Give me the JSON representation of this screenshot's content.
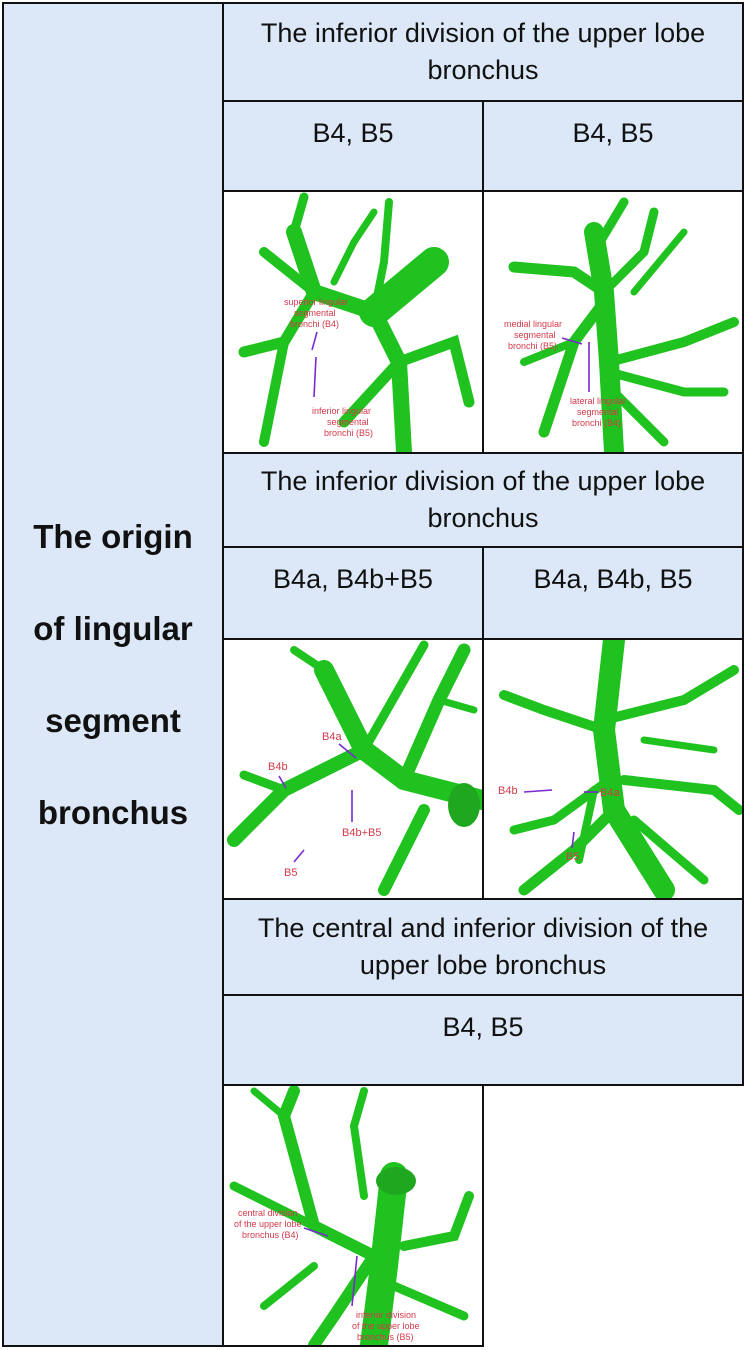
{
  "side_label": "The origin of lingular segment bronchus",
  "rows": [
    {
      "header": "The inferior division of the upper lobe bronchus",
      "left_label": "B4, B5",
      "right_label": "B4, B5",
      "left_annotations": [
        "superior lingular",
        "segmental",
        "bronchi (B4)",
        "inferior lingular",
        "segmental",
        "bronchi (B5)"
      ],
      "right_annotations": [
        "medial lingular",
        "segmental",
        "bronchi (B5)",
        "lateral lingular",
        "segmental",
        "bronchi (B4)"
      ]
    },
    {
      "header": "The inferior division of the upper lobe bronchus",
      "left_label": "B4a, B4b+B5",
      "right_label": "B4a, B4b, B5",
      "left_annotations": [
        "B4a",
        "B4b",
        "B4b+B5",
        "B5"
      ],
      "right_annotations": [
        "B4b",
        "B4a",
        "B5"
      ]
    },
    {
      "header": "The central and inferior division of the upper lobe bronchus",
      "label": "B4, B5",
      "annotations": [
        "central division",
        "of the upper lobe",
        "bronchus (B4)",
        "inferior division",
        "of the upper lobe",
        "bronchus (B5)"
      ]
    }
  ],
  "colors": {
    "cell_fill": "#dce8f7",
    "airway": "#1fc21f",
    "label_text": "#d23a4a",
    "arrow": "#7a2ad0"
  }
}
